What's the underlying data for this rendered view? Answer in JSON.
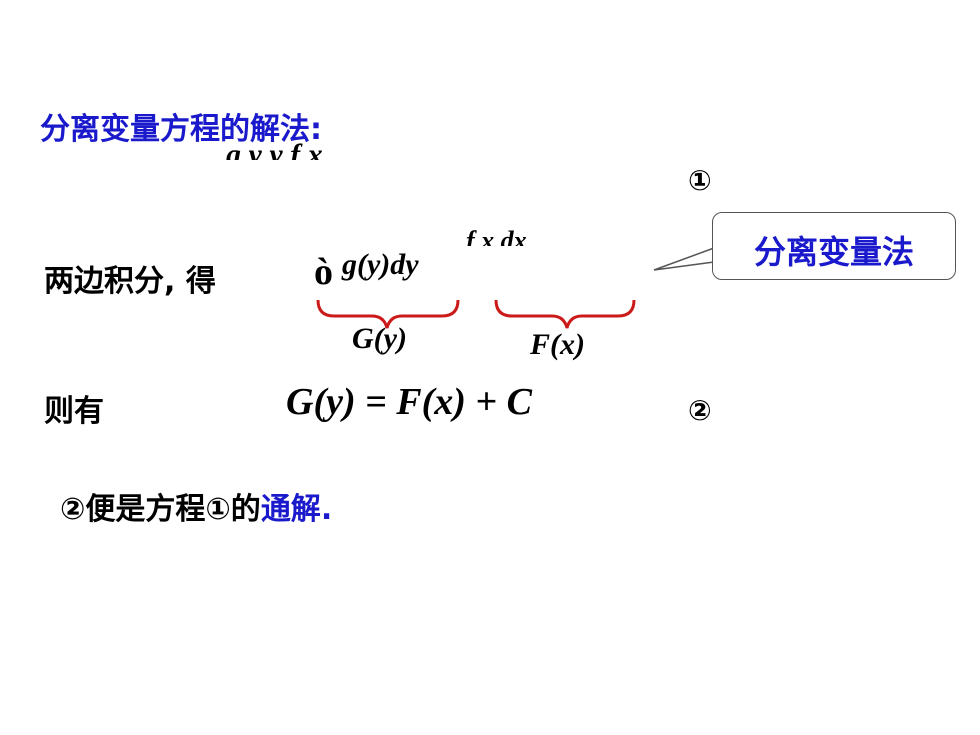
{
  "title": "分离变量方程的解法:",
  "equation1_fragment": "g y y f x",
  "marker1": "①",
  "step1_text": "两边积分, 得",
  "integral_sign": "ò",
  "integral_lhs": "g(y)dy",
  "integral_rhs_fragment": "f x dx",
  "brace_label_left": "G(y)",
  "brace_label_right": "F(x)",
  "callout": "分离变量法",
  "step2_text": "则有",
  "general_solution": "G(y) = F(x) + C",
  "marker2": "②",
  "conclusion_prefix": "②便是方程①的",
  "conclusion_highlight": "通解",
  "conclusion_suffix": ".",
  "colors": {
    "accent_blue": "#1a1acc",
    "brace_red": "#cc1a1a",
    "callout_border": "#555555"
  }
}
